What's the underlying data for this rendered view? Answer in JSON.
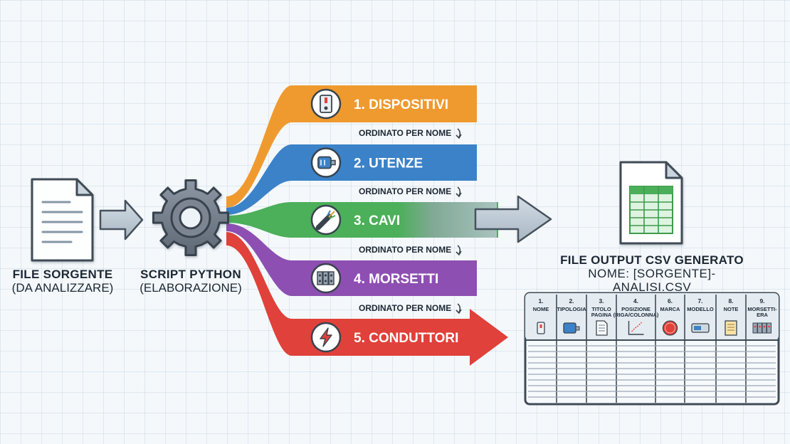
{
  "source": {
    "title": "FILE SORGENTE",
    "subtitle": "(DA ANALIZZARE)"
  },
  "script": {
    "title": "SCRIPT PYTHON",
    "subtitle": "(ELABORAZIONE)"
  },
  "output": {
    "title": "FILE OUTPUT CSV GENERATO",
    "subtitle": "NOME: [SORGENTE]-ANALISI.CSV"
  },
  "sort_label": "ORDINATO PER NOME",
  "categories": [
    {
      "label": "1. DISPOSITIVI",
      "color": "#ef9a2e",
      "icon": "switch-device-icon"
    },
    {
      "label": "2. UTENZE",
      "color": "#3b82c8",
      "icon": "electric-motor-icon"
    },
    {
      "label": "3. CAVI",
      "color": "#4caf5a",
      "icon": "cable-icon"
    },
    {
      "label": "4. MORSETTI",
      "color": "#8e4fb2",
      "icon": "terminal-block-icon"
    },
    {
      "label": "5. CONDUTTORI",
      "color": "#e0413a",
      "icon": "lightning-bolt-icon"
    }
  ],
  "table": {
    "columns": [
      {
        "num": "1.",
        "lines": [
          "NOME"
        ],
        "icon": "device-icon"
      },
      {
        "num": "2.",
        "lines": [
          "TIPOLOGIA"
        ],
        "icon": "motor-icon"
      },
      {
        "num": "3.",
        "lines": [
          "TITOLO",
          "PAGINA"
        ],
        "icon": "page-icon"
      },
      {
        "num": "4.",
        "lines": [
          "POSIZIONE",
          "(RIGA/COLONNA)"
        ],
        "icon": "grid-position-icon"
      },
      {
        "num": "6.",
        "lines": [
          "MARCA"
        ],
        "icon": "brand-badge-icon"
      },
      {
        "num": "7.",
        "lines": [
          "MODELLO"
        ],
        "icon": "model-device-icon"
      },
      {
        "num": "8.",
        "lines": [
          "NOTE"
        ],
        "icon": "note-icon"
      },
      {
        "num": "9.",
        "lines": [
          "MORSETTI-",
          "ERA"
        ],
        "icon": "terminal-strip-icon"
      }
    ]
  }
}
